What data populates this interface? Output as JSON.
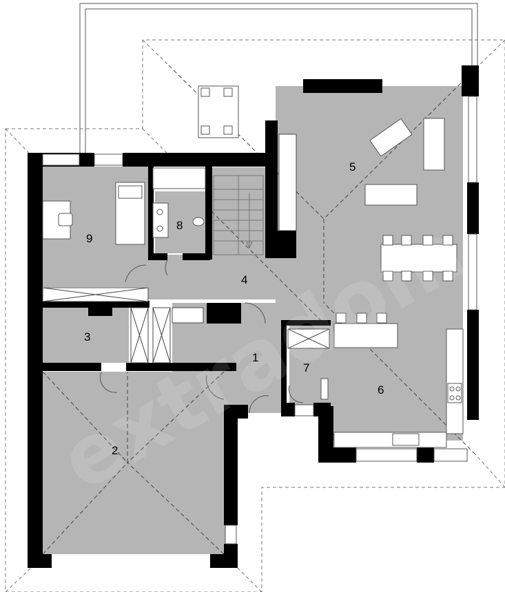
{
  "plan": {
    "rooms": [
      {
        "id": "1",
        "label": "1"
      },
      {
        "id": "2",
        "label": "2"
      },
      {
        "id": "3",
        "label": "3"
      },
      {
        "id": "4",
        "label": "4"
      },
      {
        "id": "5",
        "label": "5"
      },
      {
        "id": "6",
        "label": "6"
      },
      {
        "id": "7",
        "label": "7"
      },
      {
        "id": "8",
        "label": "8"
      },
      {
        "id": "9",
        "label": "9"
      }
    ],
    "watermark": "extradom",
    "colors": {
      "floor": "#b5b5b5",
      "wall": "#000000",
      "line": "#555555",
      "background": "#ffffff",
      "furniture": "#ffffff"
    }
  }
}
